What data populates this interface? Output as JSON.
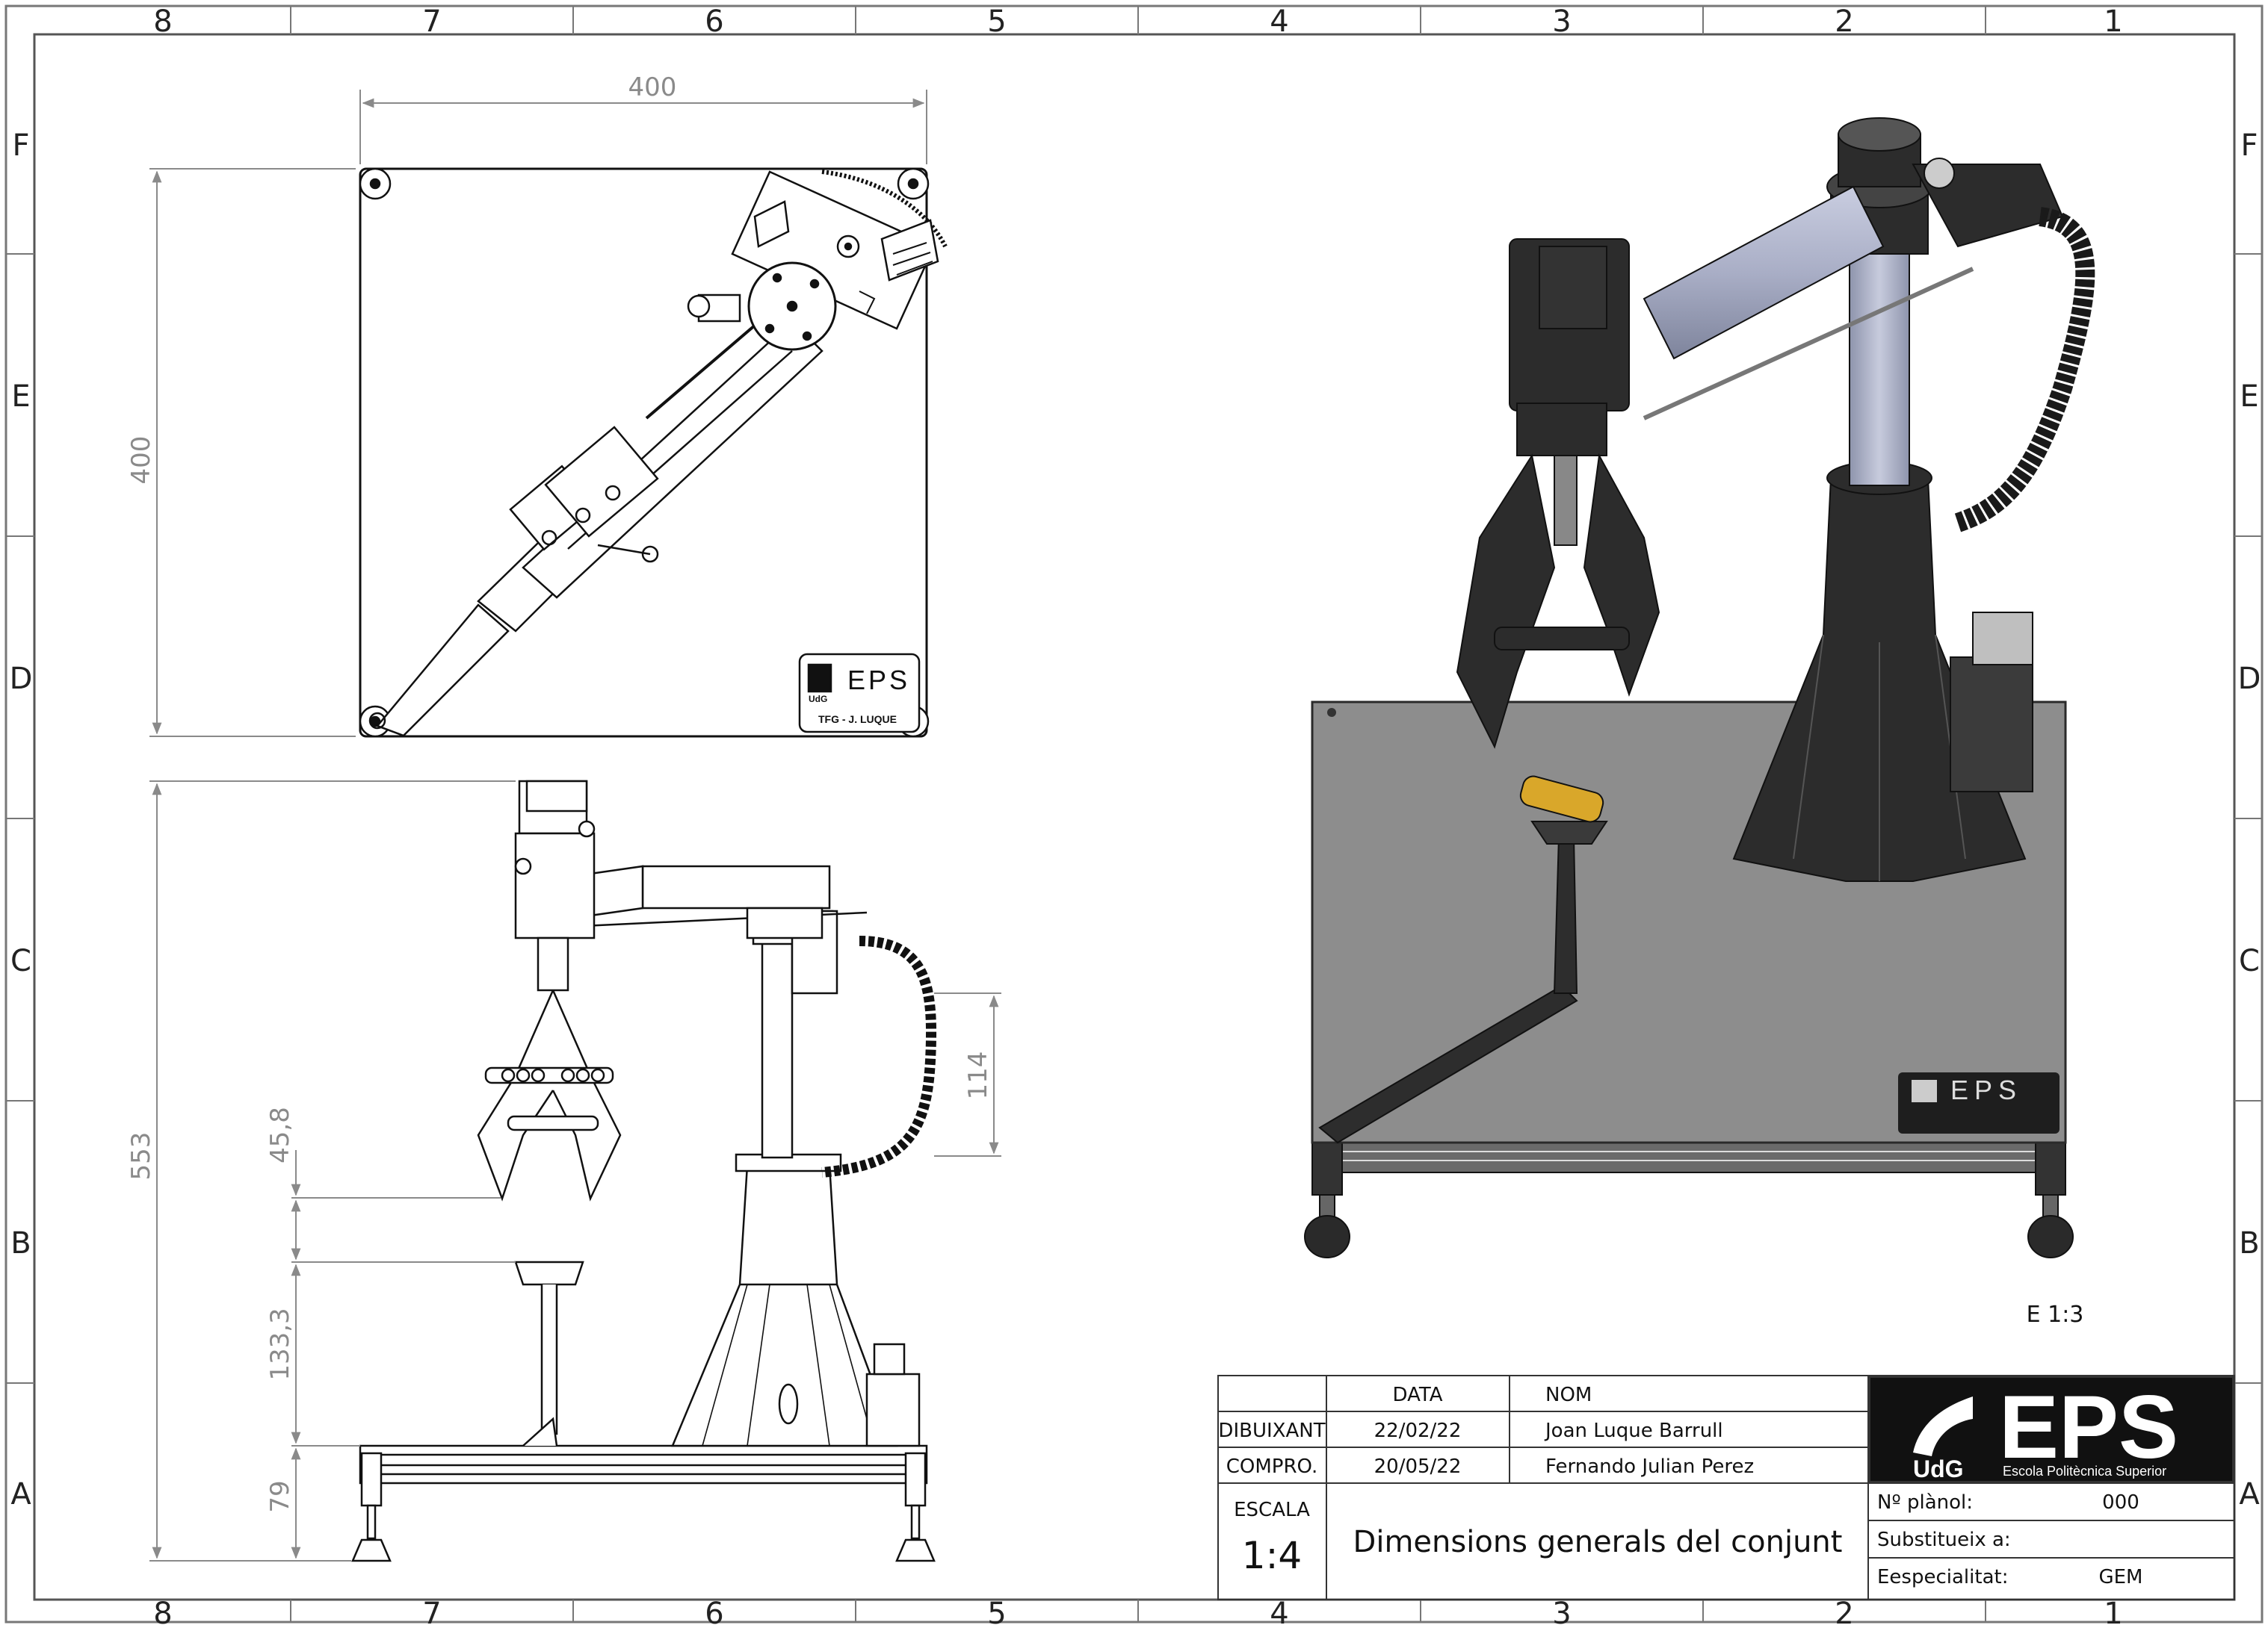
{
  "zones": {
    "columns": [
      "8",
      "7",
      "6",
      "5",
      "4",
      "3",
      "2",
      "1"
    ],
    "rows": [
      "F",
      "E",
      "D",
      "C",
      "B",
      "A"
    ]
  },
  "top_view": {
    "dim_width": "400",
    "dim_height": "400",
    "plate_logo_text": "EPS",
    "plate_logo_sub": "UdG",
    "plate_caption": "TFG - J. LUQUE"
  },
  "side_view": {
    "dim_total_height": "553",
    "dim_gripper_height": "45,8",
    "dim_holder_height": "133,3",
    "dim_base_height": "79",
    "dim_chain_height": "114"
  },
  "iso_view": {
    "plate_logo_text": "EPS",
    "scale_label": "E 1:3",
    "colors": {
      "plate": "#8d8d8d",
      "plate_edge": "#3a3a3a",
      "robot_dark": "#2c2c2c",
      "arm_tube": "#aab0c8",
      "battery": "#d9a72a"
    }
  },
  "title_block": {
    "header_data": "DATA",
    "header_nom": "NOM",
    "row1_label": "DIBUIXANT",
    "row1_date": "22/02/22",
    "row1_name": "Joan Luque Barrull",
    "row2_label": "COMPRO.",
    "row2_date": "20/05/22",
    "row2_name": "Fernando Julian Perez",
    "scale_label": "ESCALA",
    "scale_value": "1:4",
    "drawing_title": "Dimensions generals del conjunt",
    "logo_main": "EPS",
    "logo_udg": "UdG",
    "logo_school": "Escola Politècnica Superior",
    "plan_no_label": "Nº plànol:",
    "plan_no_value": "000",
    "replaces_label": "Substitueix a:",
    "replaces_value": "",
    "specialty_label": "Eespecialitat:",
    "specialty_value": "GEM"
  }
}
